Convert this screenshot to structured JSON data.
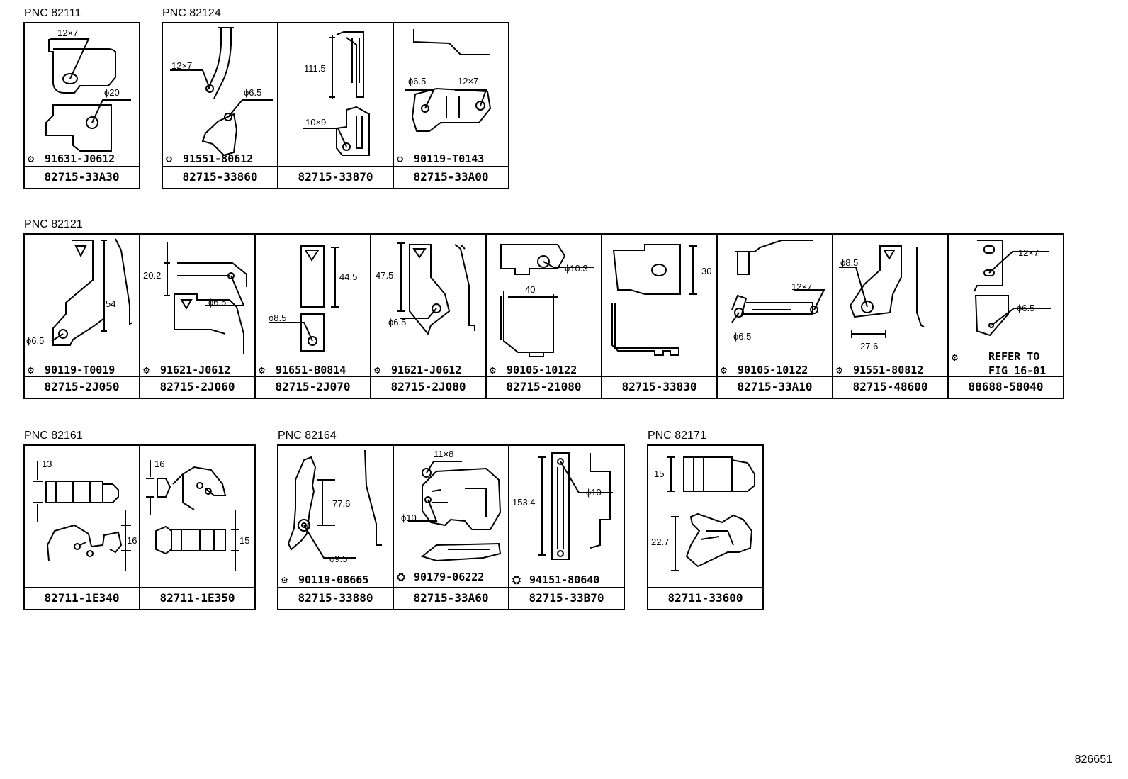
{
  "groups": [
    {
      "pnc": "PNC 82111",
      "cells": [
        {
          "part": "82715-33A30",
          "bolt": "91631-J0612",
          "dims": [
            "12×7",
            "ϕ20"
          ]
        }
      ]
    },
    {
      "pnc": "PNC 82124",
      "cells": [
        {
          "part": "82715-33860",
          "bolt": "91551-80612",
          "dims": [
            "12×7",
            "ϕ6.5"
          ]
        },
        {
          "part": "82715-33870",
          "bolt": "",
          "dims": [
            "111.5",
            "10×9"
          ]
        },
        {
          "part": "82715-33A00",
          "bolt": "90119-T0143",
          "dims": [
            "ϕ6.5",
            "12×7"
          ]
        }
      ]
    },
    {
      "pnc": "PNC 82121",
      "cells": [
        {
          "part": "82715-2J050",
          "bolt": "90119-T0019",
          "dims": [
            "54",
            "ϕ6.5"
          ]
        },
        {
          "part": "82715-2J060",
          "bolt": "91621-J0612",
          "dims": [
            "20.2",
            "ϕ6.5"
          ]
        },
        {
          "part": "82715-2J070",
          "bolt": "91651-B0814",
          "dims": [
            "44.5",
            "ϕ8.5"
          ]
        },
        {
          "part": "82715-2J080",
          "bolt": "91621-J0612",
          "dims": [
            "47.5",
            "ϕ6.5"
          ]
        },
        {
          "part": "82715-21080",
          "bolt": "90105-10122",
          "dims": [
            "ϕ10.3",
            "40"
          ]
        },
        {
          "part": "82715-33830",
          "bolt": "",
          "dims": [
            "30"
          ]
        },
        {
          "part": "82715-33A10",
          "bolt": "90105-10122",
          "dims": [
            "12×7",
            "ϕ6.5"
          ]
        },
        {
          "part": "82715-48600",
          "bolt": "91551-80812",
          "dims": [
            "ϕ8.5",
            "27.6"
          ]
        },
        {
          "part": "88688-58040",
          "bolt": "",
          "dims": [
            "12×7",
            "ϕ6.5"
          ],
          "refer": [
            "REFER TO",
            "FIG 16-01"
          ]
        }
      ]
    },
    {
      "pnc": "PNC 82161",
      "cells": [
        {
          "part": "82711-1E340",
          "bolt": "",
          "dims": [
            "13",
            "16"
          ]
        },
        {
          "part": "82711-1E350",
          "bolt": "",
          "dims": [
            "16",
            "15"
          ]
        }
      ]
    },
    {
      "pnc": "PNC 82164",
      "cells": [
        {
          "part": "82715-33880",
          "bolt": "90119-08665",
          "dims": [
            "77.6",
            "ϕ9.5"
          ]
        },
        {
          "part": "82715-33A60",
          "bolt": "90179-06222",
          "dims": [
            "11×8",
            "ϕ10"
          ]
        },
        {
          "part": "82715-33B70",
          "bolt": "94151-80640",
          "dims": [
            "153.4",
            "ϕ10"
          ]
        }
      ]
    },
    {
      "pnc": "PNC 82171",
      "cells": [
        {
          "part": "82711-33600",
          "bolt": "",
          "dims": [
            "15",
            "22.7"
          ]
        }
      ]
    }
  ],
  "figure_number": "826651"
}
